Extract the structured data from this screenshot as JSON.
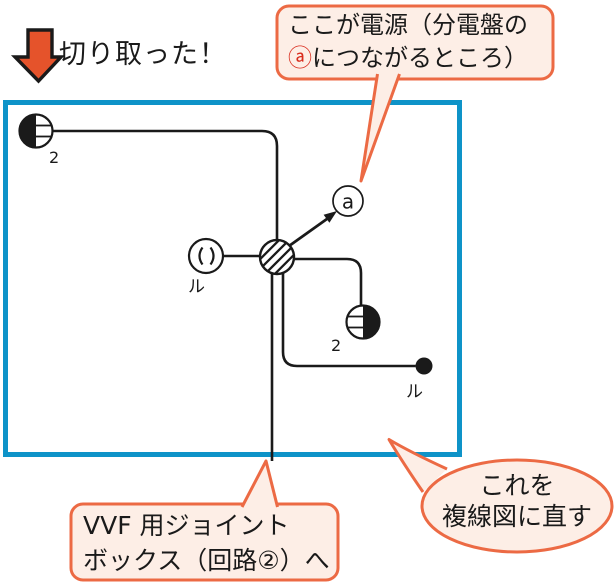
{
  "header": {
    "cutout_label": "切り取った！"
  },
  "callouts": {
    "power": {
      "line1": "ここが電源（分電盤の",
      "a_symbol": "ⓐ",
      "line2_rest": "につながるところ）"
    },
    "joint_box": {
      "line1": "VVF 用ジョイント",
      "line2": "ボックス（回路②）へ"
    },
    "convert": {
      "line1": "これを",
      "line2": "複線図に直す"
    }
  },
  "diagram": {
    "terminal_label": "a",
    "outlet_left_subscript": "2",
    "outlet_right_subscript": "2",
    "ceiling_light_label": "ル",
    "switch_label": "ル"
  },
  "colors": {
    "callout_border": "#ec6a44",
    "callout_fill": "#fdeee6",
    "box_border": "#0e93c8",
    "arrow_fill": "#e5532b",
    "accent_red": "#d92c1d",
    "line_black": "#1a1a1a"
  }
}
